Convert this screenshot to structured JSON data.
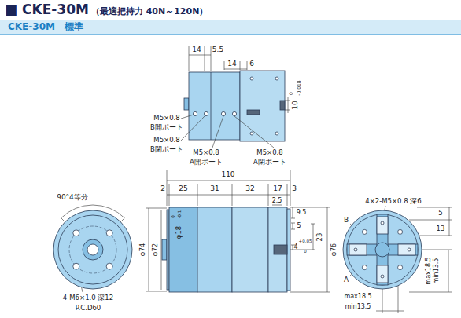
{
  "diagram": {
    "title": "■ CKE-30M",
    "nodes": [
      {
        "text": [
          "CKE-30M　標準"
        ]
      }
    ],
    "labels": [
      "（最適把持力 40N～120N）",
      "14",
      "5.5",
      "14",
      "6",
      "10",
      "0",
      "-0.018",
      "M5×0.8",
      "B開ポート",
      "M5×0.8",
      "B閉ポート",
      "M5×0.8",
      "A開ポート",
      "M5×0.8",
      "A閉ポート",
      "110",
      "2",
      "25",
      "31",
      "32",
      "17",
      "3",
      "2.5",
      "9.5",
      "5",
      "4",
      "+0.05",
      "0",
      "23",
      "φ76",
      "φ74",
      "φ72",
      "φ18",
      "0",
      "-0.1",
      "90°4等分",
      "4-M6×1.0 深12",
      "P.C.D60",
      "4×2-M5×0.8 深6",
      "B",
      "5",
      "13",
      "A",
      "max18.5",
      "min13.5",
      "max18.5",
      "min13.5"
    ]
  }
}
